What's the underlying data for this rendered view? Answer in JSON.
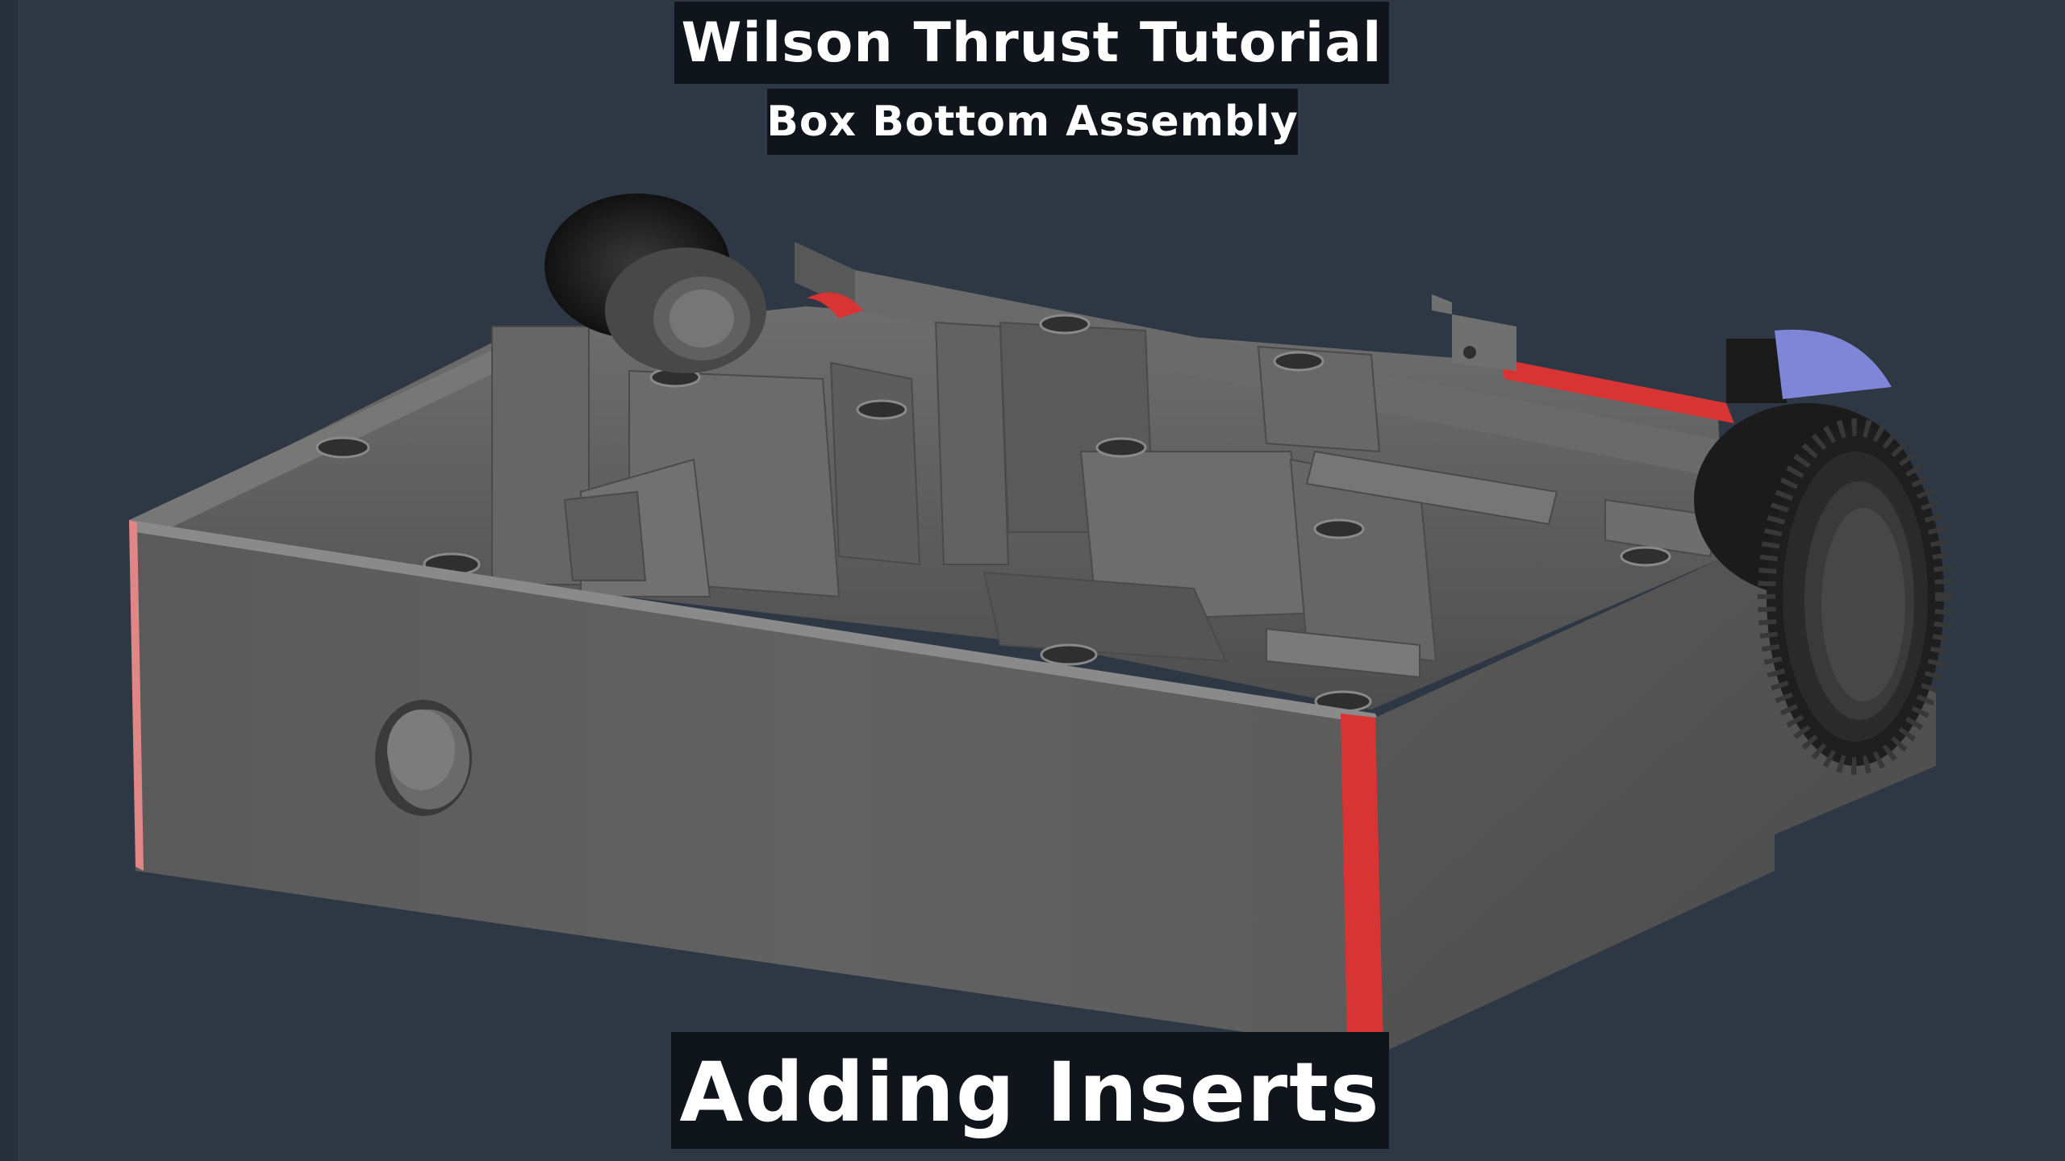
{
  "video": {
    "title": "Wilson Thrust Tutorial",
    "subtitle": "Box Bottom Assembly",
    "caption": "Adding Inserts"
  },
  "colors": {
    "background": "#2e3845",
    "part_body": "#5f5f5f",
    "insert_highlight": "#d83434",
    "selected_part": "#7f86d8",
    "caption_bg": "#10151b",
    "caption_text": "#ffffff"
  }
}
